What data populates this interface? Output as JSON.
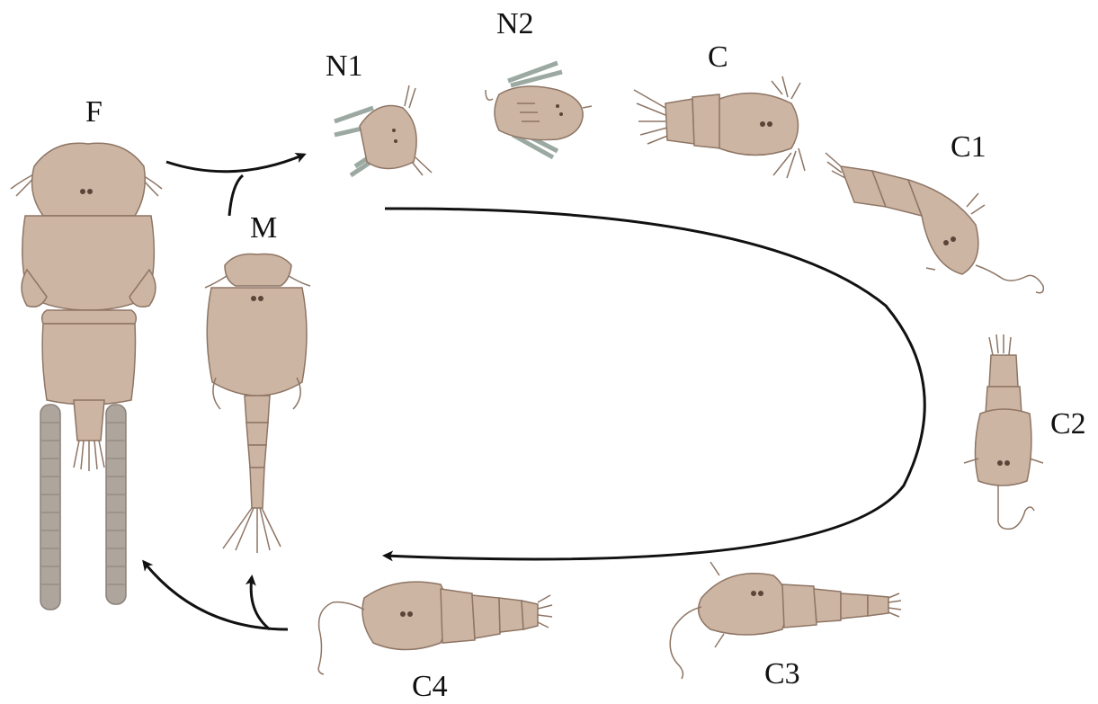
{
  "stages": {
    "f": "F",
    "m": "M",
    "n1": "N1",
    "n2": "N2",
    "c": "C",
    "c1": "C1",
    "c2": "C2",
    "c3": "C3",
    "c4": "C4"
  },
  "colors": {
    "body_fill": "#cdb5a3",
    "body_stroke": "#8e7565",
    "appendage": "#8a9a92",
    "arrow": "#111111"
  }
}
